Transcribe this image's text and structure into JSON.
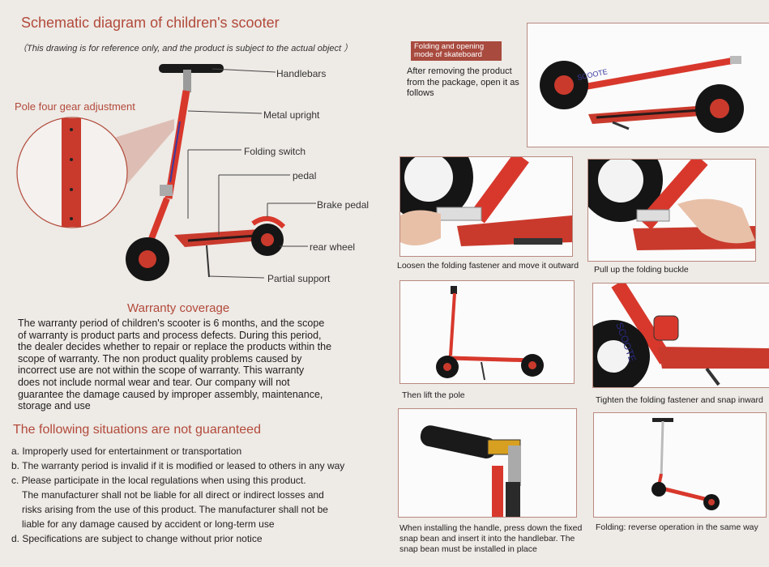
{
  "header": {
    "title": "Schematic diagram of children's scooter",
    "subtitle": "（This drawing is for reference only, and the product is subject to the actual object ）"
  },
  "diagram": {
    "pole_label": "Pole four gear adjustment",
    "callouts": {
      "handlebars": "Handlebars",
      "metal_upright": "Metal upright",
      "folding_switch": "Folding switch",
      "pedal": "pedal",
      "brake_pedal": "Brake pedal",
      "rear_wheel": "rear wheel",
      "partial_support": "Partial support"
    }
  },
  "warranty": {
    "heading": "Warranty coverage",
    "lines": [
      "The warranty period of children's scooter is 6 months, and the scope",
      "of warranty is product parts and process defects. During this period,",
      "the dealer decides whether to repair or replace the products within the",
      "scope of warranty. The non product quality problems caused by",
      "incorrect use are not within the scope of warranty. This warranty",
      "does not include normal wear and tear. Our company will not",
      "guarantee the damage caused by improper assembly, maintenance,",
      "storage and use"
    ]
  },
  "not_guaranteed": {
    "heading": "The following situations are not guaranteed",
    "items": [
      "a. Improperly used for entertainment or transportation",
      "b. The warranty period is invalid if it is modified or leased to others in any way",
      "c. Please participate in the local regulations when using this product.",
      "The manufacturer shall not be liable for all direct or indirect losses and",
      "risks arising from the use of this product. The manufacturer shall not be",
      "liable for any damage caused by accident or long-term use",
      "d. Specifications are subject to change without prior notice"
    ]
  },
  "folding": {
    "badge": "Folding and opening mode of skateboard",
    "intro": "After removing the product from the package, open it as follows",
    "steps": [
      "Loosen the folding fastener and move it outward",
      "Pull up the folding buckle",
      "Then lift the pole",
      "Tighten the folding fastener and snap inward",
      "When installing the handle, press down the fixed snap bean and insert it into the handlebar. The snap bean must be installed in place",
      "Folding: reverse operation in the same way"
    ],
    "deck_text": "SCOOTE"
  },
  "colors": {
    "accent": "#b24a3a",
    "scooter_red": "#d8382c",
    "wheel": "#151515",
    "panel_border": "#b98a80"
  }
}
